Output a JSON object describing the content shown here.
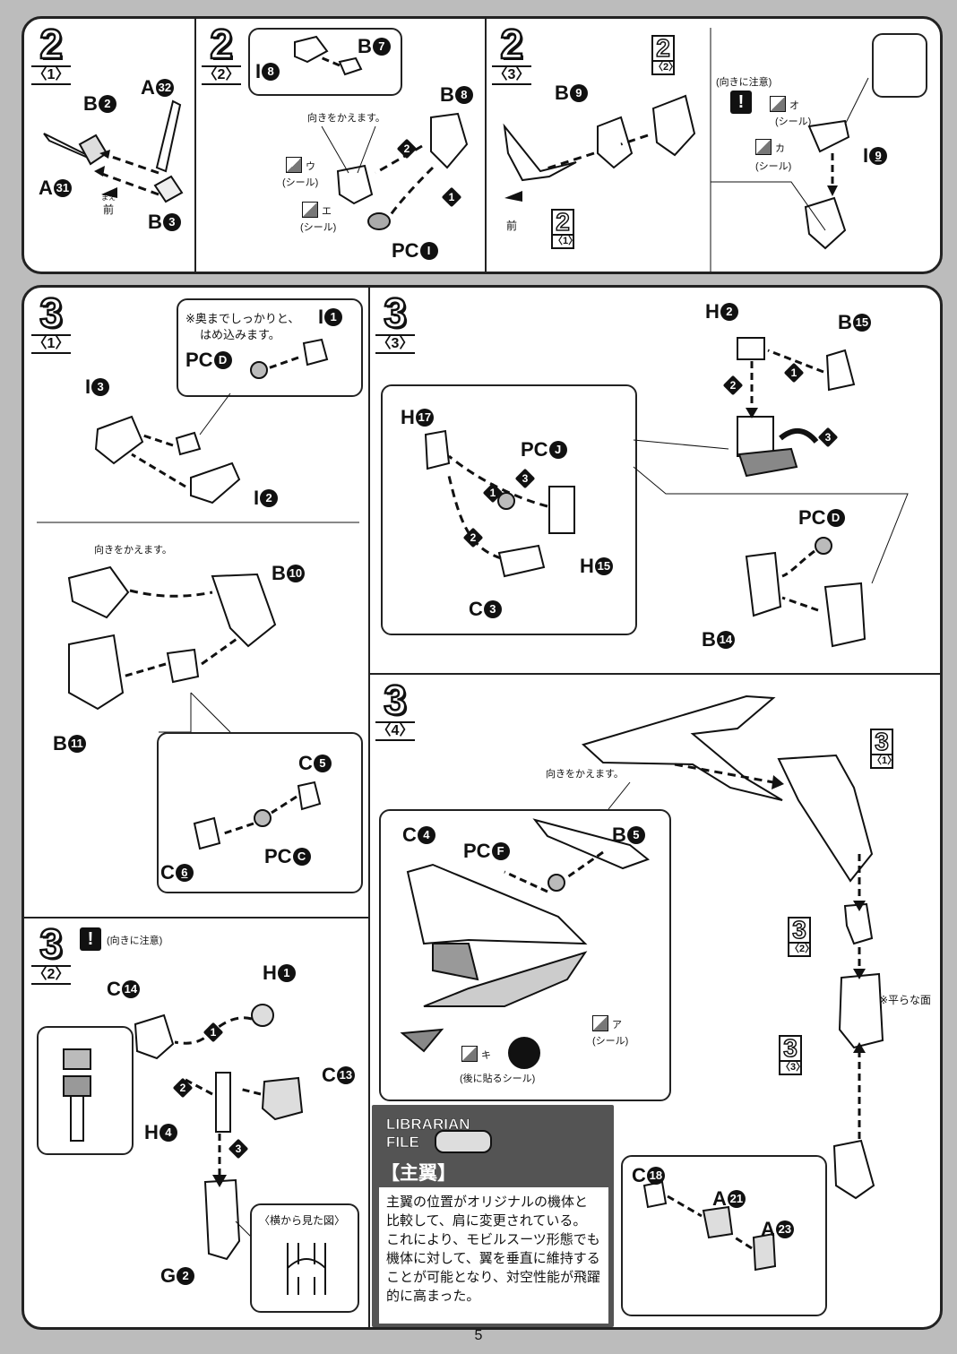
{
  "page_number": "5",
  "step_2_1": {
    "step": "2",
    "sub": "〈1〉",
    "labels": {
      "a32": "A",
      "a32n": "32",
      "b2": "B",
      "b2n": "2",
      "a31": "A",
      "a31n": "31",
      "b3": "B",
      "b3n": "3"
    },
    "front_ruby": "まえ",
    "front": "前"
  },
  "step_2_2": {
    "step": "2",
    "sub": "〈2〉",
    "labels": {
      "i8": "I",
      "i8n": "8",
      "b7": "B",
      "b7n": "7",
      "b8": "B",
      "b8n": "8",
      "pc1": "PC",
      "pc1n": "I"
    },
    "turn_note": "向きをかえます。",
    "seal_u": "ウ",
    "seal_e": "エ",
    "seal_word": "(シール)",
    "order": [
      "1",
      "2"
    ]
  },
  "step_2_3": {
    "step": "2",
    "sub": "〈3〉",
    "labels": {
      "b9": "B",
      "b9n": "9",
      "i9": "I",
      "i9n": "9"
    },
    "ref_a": {
      "big": "2",
      "sm": "〈2〉"
    },
    "ref_b": {
      "big": "2",
      "sm": "〈1〉"
    },
    "front": "前",
    "caution": "(向きに注意)",
    "seal_o": "オ",
    "seal_ka": "カ",
    "seal_word": "(シール)"
  },
  "step_3_1": {
    "step": "3",
    "sub": "〈1〉",
    "callout_note_1": "※奥までしっかりと、",
    "callout_note_2": "はめ込みます。",
    "labels": {
      "i1": "I",
      "i1n": "1",
      "pcd": "PC",
      "pcdn": "D",
      "i3": "I",
      "i3n": "3",
      "i2": "I",
      "i2n": "2",
      "b10": "B",
      "b10n": "10",
      "b11": "B",
      "b11n": "11",
      "c5": "C",
      "c5n": "5",
      "pcc": "PC",
      "pccn": "C",
      "c6": "C",
      "c6n": "6"
    },
    "turn_note": "向きをかえます。"
  },
  "step_3_2": {
    "step": "3",
    "sub": "〈2〉",
    "caution": "(向きに注意)",
    "labels": {
      "c14": "C",
      "c14n": "14",
      "h1": "H",
      "h1n": "1",
      "c13": "C",
      "c13n": "13",
      "h4": "H",
      "h4n": "4",
      "g2": "G",
      "g2n": "2"
    },
    "side_view": "〈横から見た図〉",
    "order": [
      "1",
      "2",
      "3"
    ]
  },
  "step_3_3": {
    "step": "3",
    "sub": "〈3〉",
    "labels": {
      "h17": "H",
      "h17n": "17",
      "pcj": "PC",
      "pcjn": "J",
      "h15": "H",
      "h15n": "15",
      "c3": "C",
      "c3n": "3",
      "h2": "H",
      "h2n": "2",
      "b15": "B",
      "b15n": "15",
      "pcd": "PC",
      "pcdn": "D",
      "b14": "B",
      "b14n": "14"
    },
    "order": [
      "1",
      "2",
      "3"
    ]
  },
  "step_3_4": {
    "step": "3",
    "sub": "〈4〉",
    "turn_note": "向きをかえます。",
    "labels": {
      "c4": "C",
      "c4n": "4",
      "pcf": "PC",
      "pcfn": "F",
      "b5": "B",
      "b5n": "5",
      "c18": "C",
      "c18n": "18",
      "a21": "A",
      "a21n": "21",
      "a23": "A",
      "a23n": "23"
    },
    "seal_a": "ア",
    "seal_word": "(シール)",
    "seal_ki": "キ",
    "later_seal": "(後に貼るシール)",
    "ref_1": {
      "big": "3",
      "sm": "〈1〉"
    },
    "ref_2": {
      "big": "3",
      "sm": "〈2〉"
    },
    "ref_3": {
      "big": "3",
      "sm": "〈3〉"
    },
    "flat_face": "※平らな面"
  },
  "librarian": {
    "title_1": "LIBRARIAN",
    "title_2": "FILE",
    "heading": "【主翼】",
    "body_lines": [
      "主翼の位置がオリジナルの機体と",
      "比較して、肩に変更されている。",
      "これにより、モビルスーツ形態でも",
      "機体に対して、翼を垂直に維持する",
      "ことが可能となり、対空性能が飛躍",
      "的に高まった。"
    ]
  }
}
